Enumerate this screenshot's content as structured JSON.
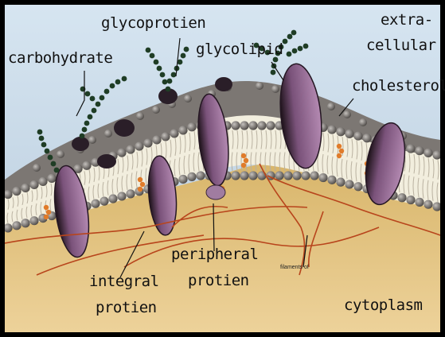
{
  "labels": {
    "glycoprotien": "glycoprotien",
    "carbohydrate": "carbohydrate",
    "glycolipid": "glycolipid",
    "extra": "extra-",
    "cellular": "cellular",
    "cholesterol": "cholesterol",
    "peripheral": "peripheral",
    "peripheral_protien": "protien",
    "integral": "integral",
    "integral_protien": "protien",
    "filaments": "filaments of",
    "cytoplasm": "cytoplasm"
  },
  "colors": {
    "extracellular_sky": "#cfe0ee",
    "cytoplasm": "#e2bf74",
    "lipid_head": "#8a8480",
    "integral_protein": "#9a6e98",
    "carbohydrate_chain": "#1f3d25",
    "cholesterol": "#e07b2a",
    "filament": "#b8451c"
  }
}
